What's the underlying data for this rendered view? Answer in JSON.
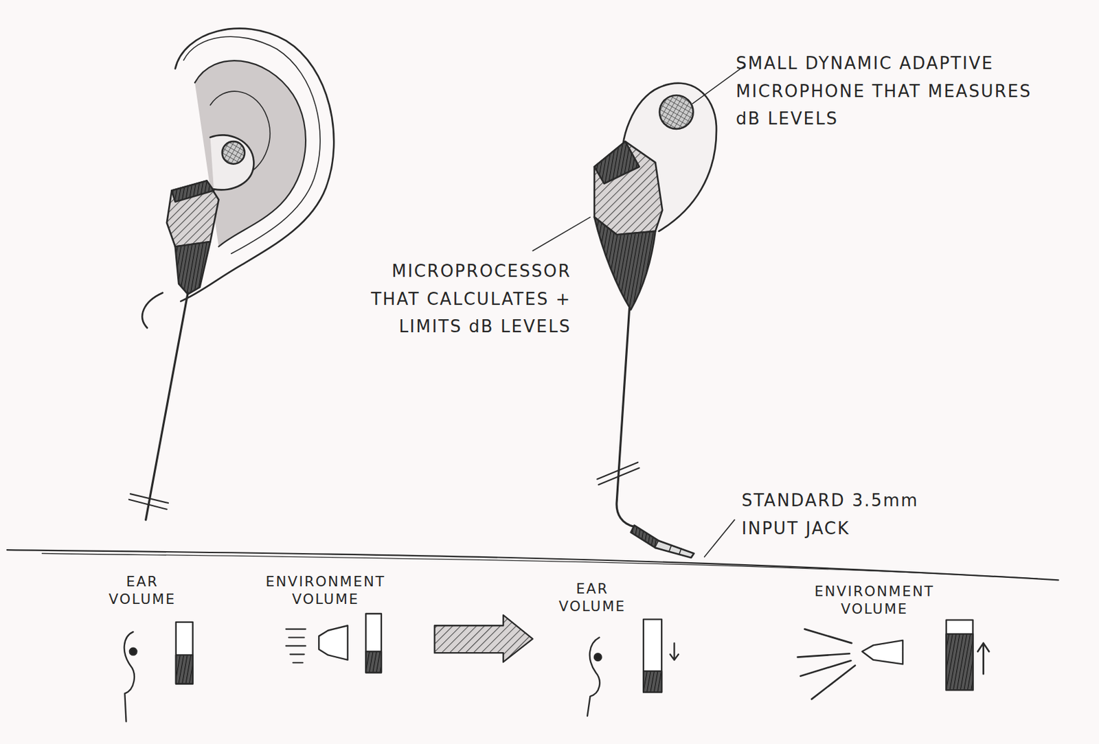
{
  "diagram": {
    "labels": [
      "SMALL DYNAMIC ADAPTIVE MICROPHONE THAT MEASURES dB LEVELS",
      "MICROPROCESSOR THAT CALCULATES + LIMITS dB LEVELS",
      "STANDARD 3.5mm INPUT JACK",
      "EAR VOLUME",
      "ENVIRONMENT VOLUME",
      "EAR VOLUME",
      "ENVIRONMENT VOLUME"
    ]
  }
}
